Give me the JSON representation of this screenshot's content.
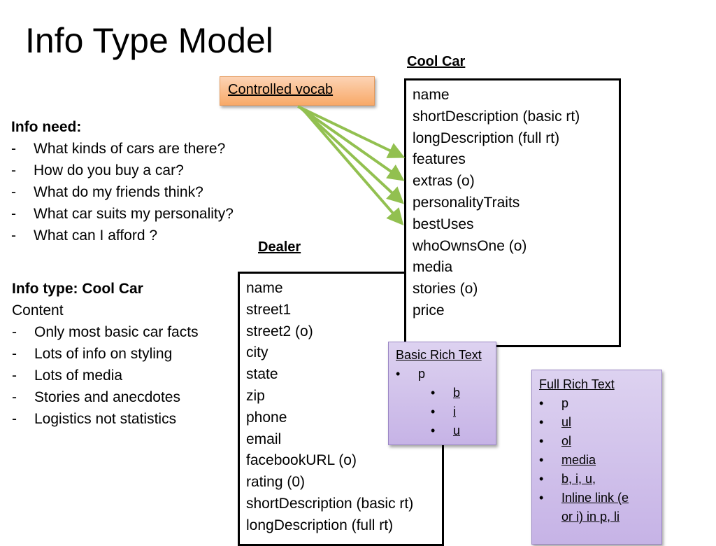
{
  "title": "Info Type Model",
  "info_need": {
    "heading": "Info need:",
    "items": [
      "What kinds of cars are there?",
      "How do you buy a car?",
      "What do my friends think?",
      "What car suits my personality?",
      "What can I afford ?"
    ]
  },
  "info_type": {
    "heading": "Info type: Cool Car",
    "subheading": "Content",
    "items": [
      "Only most basic car facts",
      "Lots of info on styling",
      "Lots of media",
      "Stories and anecdotes",
      "Logistics not statistics"
    ]
  },
  "controlled_vocab": {
    "label": "Controlled vocab"
  },
  "cool_car": {
    "title": "Cool Car",
    "fields": [
      "name",
      "shortDescription (basic rt)",
      "longDescription (full rt)",
      "features",
      "extras (o)",
      "personalityTraits",
      "bestUses",
      "whoOwnsOne (o)",
      "media",
      "stories (o)",
      "price"
    ]
  },
  "dealer": {
    "title": "Dealer",
    "fields": [
      "name",
      "street1",
      "street2 (o)",
      "city",
      "state",
      "zip",
      "phone",
      "email",
      "facebookURL (o)",
      "rating (0)",
      "shortDescription (basic rt)",
      "longDescription (full rt)"
    ]
  },
  "basic_rich_text": {
    "title": "Basic Rich Text",
    "top_item": "p",
    "sub_items": [
      "b",
      "i",
      "u"
    ]
  },
  "full_rich_text": {
    "title": "Full Rich Text",
    "items": [
      "p",
      "ul",
      "ol",
      "media",
      "b, i, u,",
      "Inline  link (e",
      "or i) in p, li"
    ]
  },
  "colors": {
    "arrow": "#92c050",
    "vocab_fill": "#f8a968",
    "rich_text_fill": "#c6b3e6"
  }
}
